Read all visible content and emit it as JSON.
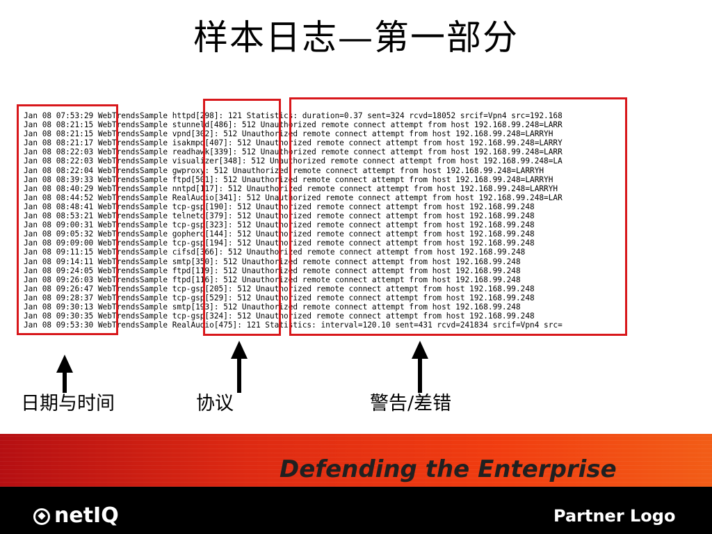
{
  "title": "样本日志—第一部分",
  "log_rows": [
    {
      "text": "Jan 08 07:53:29 WebTrendsSample httpd[298]: 121 Statistics: duration=0.37 sent=324 rcvd=18052 srcif=Vpn4 src=192.168"
    },
    {
      "text": "Jan 08 08:21:15 WebTrendsSample stunneld[486]: 512 Unauthorized remote connect attempt from host 192.168.99.248=LARR"
    },
    {
      "text": "Jan 08 08:21:15 WebTrendsSample vpnd[302]: 512 Unauthorized remote connect attempt from host 192.168.99.248=LARRYH"
    },
    {
      "text": "Jan 08 08:21:17 WebTrendsSample isakmpd[407]: 512 Unauthorized remote connect attempt from host 192.168.99.248=LARRY"
    },
    {
      "text": "Jan 08 08:22:03 WebTrendsSample readhawk[339]: 512 Unauthorized remote connect attempt from host 192.168.99.248=LARR"
    },
    {
      "text": "Jan 08 08:22:03 WebTrendsSample visualizer[348]: 512 Unauthorized remote connect attempt from host 192.168.99.248=LA"
    },
    {
      "text": "Jan 08 08:22:04 WebTrendsSample gwproxy: 512 Unauthorized remote connect attempt from host 192.168.99.248=LARRYH"
    },
    {
      "text": "Jan 08 08:39:33 WebTrendsSample ftpd[501]: 512 Unauthorized remote connect attempt from host 192.168.99.248=LARRYH"
    },
    {
      "text": "Jan 08 08:40:29 WebTrendsSample nntpd[117]: 512 Unauthorized remote connect attempt from host 192.168.99.248=LARRYH"
    },
    {
      "text": "Jan 08 08:44:52 WebTrendsSample RealAudio[341]: 512 Unauthorized remote connect attempt from host 192.168.99.248=LAR"
    },
    {
      "text": "Jan 08 08:48:41 WebTrendsSample tcp-gsp[190]: 512 Unauthorized remote connect attempt from host 192.168.99.248"
    },
    {
      "text": "Jan 08 08:53:21 WebTrendsSample telnetd[379]: 512 Unauthorized remote connect attempt from host 192.168.99.248"
    },
    {
      "text": "Jan 08 09:00:31 WebTrendsSample tcp-gsp[323]: 512 Unauthorized remote connect attempt from host 192.168.99.248"
    },
    {
      "text": "Jan 08 09:05:32 WebTrendsSample gopherd[144]: 512 Unauthorized remote connect attempt from host 192.168.99.248"
    },
    {
      "text": "Jan 08 09:09:00 WebTrendsSample tcp-gsp[194]: 512 Unauthorized remote connect attempt from host 192.168.99.248"
    },
    {
      "text": "Jan 08 09:11:15 WebTrendsSample cifsd[366]: 512 Unauthorized remote connect attempt from host 192.168.99.248"
    },
    {
      "text": "Jan 08 09:14:11 WebTrendsSample smtp[350]: 512 Unauthorized remote connect attempt from host 192.168.99.248"
    },
    {
      "text": "Jan 08 09:24:05 WebTrendsSample ftpd[119]: 512 Unauthorized remote connect attempt from host 192.168.99.248"
    },
    {
      "text": "Jan 08 09:26:03 WebTrendsSample ftpd[116]: 512 Unauthorized remote connect attempt from host 192.168.99.248"
    },
    {
      "text": "Jan 08 09:26:47 WebTrendsSample tcp-gsp[205]: 512 Unauthorized remote connect attempt from host 192.168.99.248"
    },
    {
      "text": "Jan 08 09:28:37 WebTrendsSample tcp-gsp[529]: 512 Unauthorized remote connect attempt from host 192.168.99.248"
    },
    {
      "text": "Jan 08 09:30:13 WebTrendsSample smtp[193]: 512 Unauthorized remote connect attempt from host 192.168.99.248"
    },
    {
      "text": "Jan 08 09:30:35 WebTrendsSample tcp-gsp[324]: 512 Unauthorized remote connect attempt from host 192.168.99.248"
    },
    {
      "text": "Jan 08 09:53:30 WebTrendsSample RealAudio[475]: 121 Statistics: interval=120.10 sent=431 rcvd=241834 srcif=Vpn4 src="
    }
  ],
  "labels": {
    "datetime": "日期与时间",
    "protocol": "协议",
    "alert": "警告/差错"
  },
  "footer": {
    "tagline": "Defending the Enterprise",
    "logo": "netIQ",
    "partner": "Partner Logo"
  },
  "colors": {
    "highlight": "#d8171b",
    "band": "#e42a12",
    "footer": "#000000"
  }
}
